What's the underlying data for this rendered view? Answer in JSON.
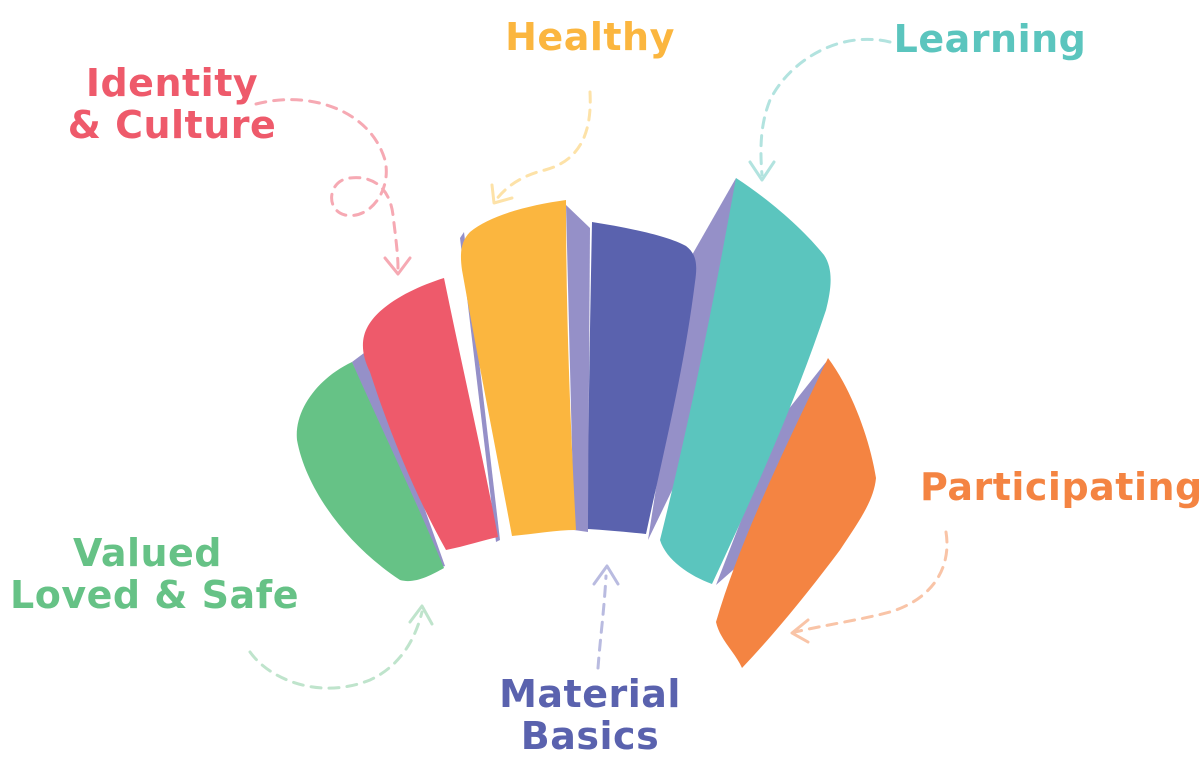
{
  "labels": {
    "identity": {
      "line1": "Identity",
      "line2": "& Culture"
    },
    "healthy": {
      "line1": "Healthy"
    },
    "learning": {
      "line1": "Learning"
    },
    "participating": {
      "line1": "Participating"
    },
    "valued": {
      "line1": "Valued",
      "line2": "Loved & Safe"
    },
    "material": {
      "line1": "Material",
      "line2": "Basics"
    }
  },
  "colors": {
    "valued": "#66c286",
    "identity": "#ee5a6b",
    "healthy": "#fbb63f",
    "material": "#5a62ae",
    "learning": "#5bc5be",
    "participating": "#f48442",
    "fold": "#9590c8"
  }
}
